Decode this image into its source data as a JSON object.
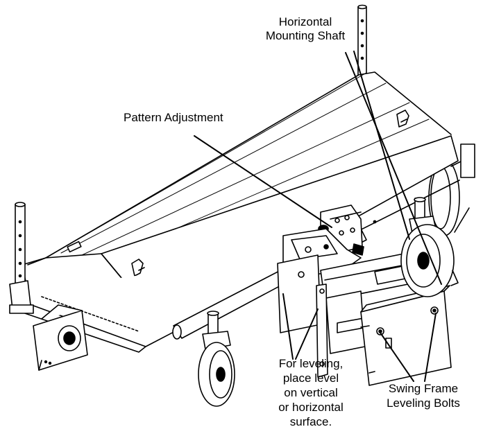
{
  "labels": {
    "shaft": [
      "Horizontal",
      "Mounting Shaft"
    ],
    "pattern": "Pattern Adjustment",
    "leveling": [
      "For leveling,",
      "place level",
      "on vertical",
      "or horizontal",
      "surface."
    ],
    "bolts": [
      "Swing Frame",
      "Leveling Bolts"
    ]
  }
}
